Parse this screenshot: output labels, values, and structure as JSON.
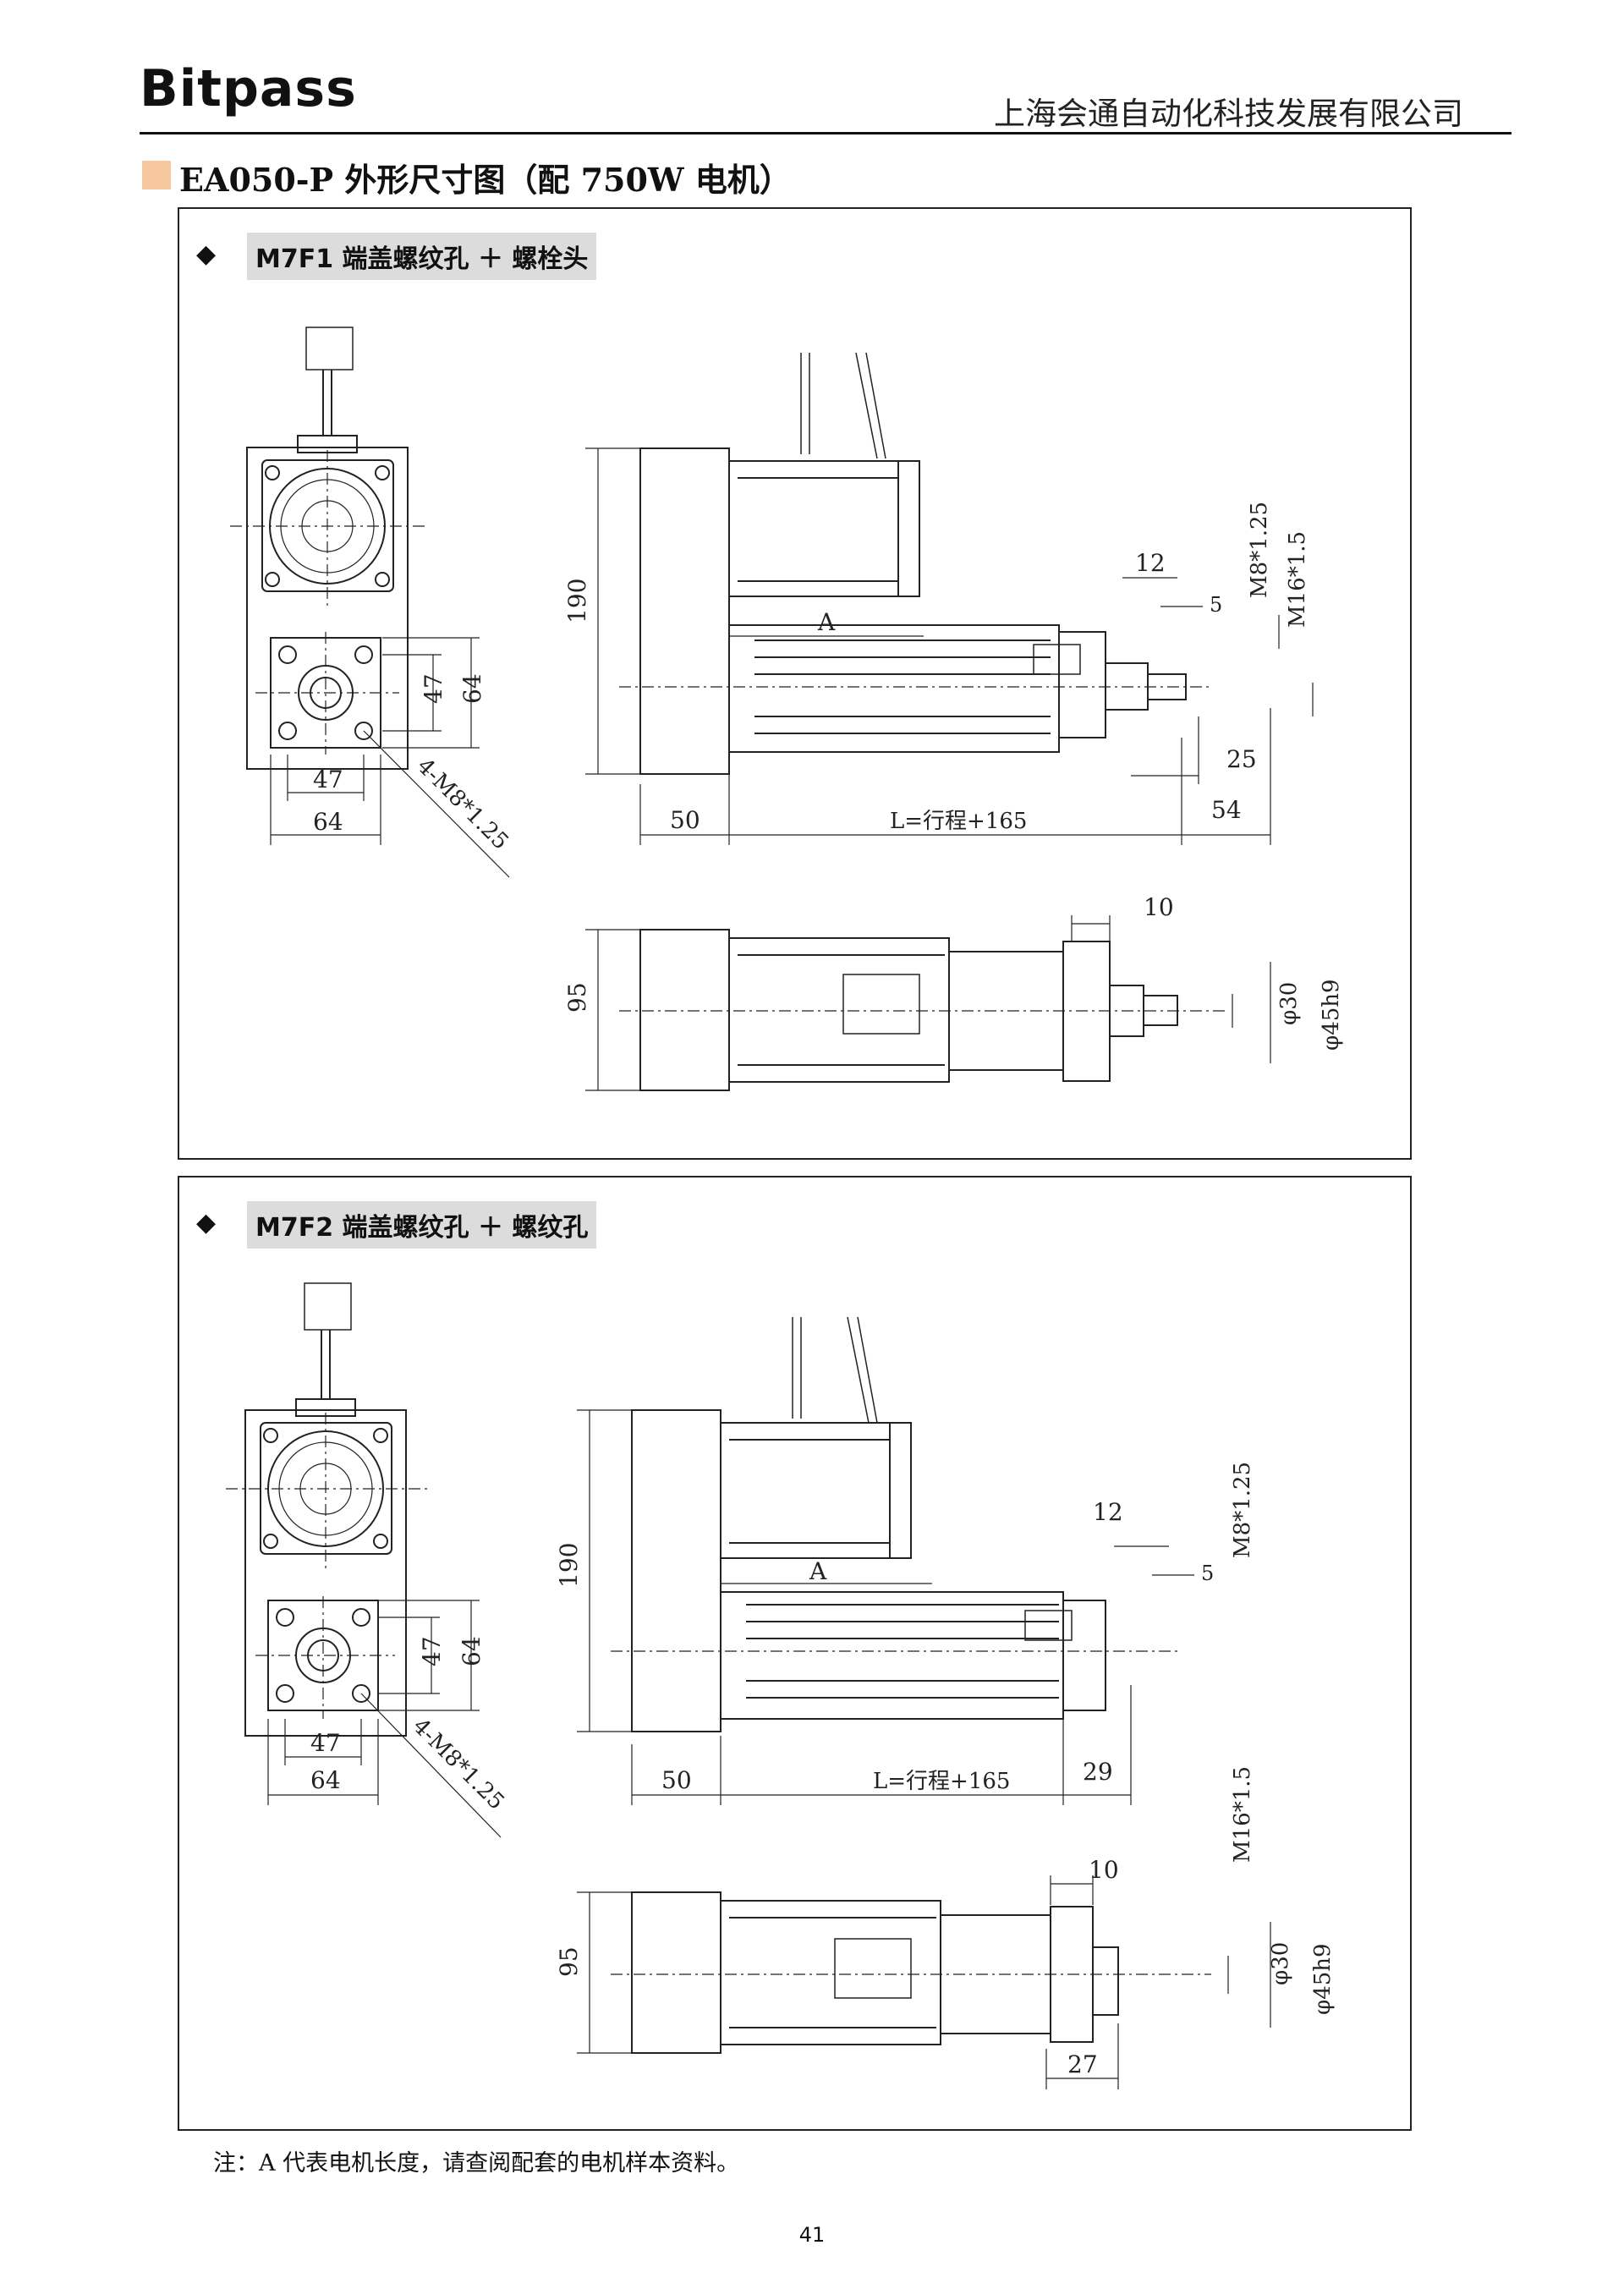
{
  "header": {
    "brand": "Bitpass",
    "company": "上海会通自动化科技发展有限公司"
  },
  "title": "EA050-P 外形尺寸图（配 750W 电机）",
  "sections": [
    {
      "label": "M7F1 端盖螺纹孔 ＋ 螺栓头",
      "dims": {
        "front_hole_spacing": "47",
        "front_flange": "64",
        "front_bolt": "4-M8*1.25",
        "height": "190",
        "motor_len": "A",
        "base_len": "50",
        "stroke_len": "L=行程+165",
        "tip_12": "12",
        "tip_5": "5",
        "tip_25": "25",
        "tip_54": "54",
        "thread_m8": "M8*1.25",
        "thread_m16": "M16*1.5",
        "top_height": "95",
        "top_10": "10",
        "dia_30": "φ30",
        "dia_45": "φ45h9"
      }
    },
    {
      "label": "M7F2 端盖螺纹孔 ＋ 螺纹孔",
      "dims": {
        "front_hole_spacing": "47",
        "front_flange": "64",
        "front_bolt": "4-M8*1.25",
        "height": "190",
        "motor_len": "A",
        "base_len": "50",
        "stroke_len": "L=行程+165",
        "tip_12": "12",
        "tip_5": "5",
        "tip_29": "29",
        "thread_m8": "M8*1.25",
        "thread_m16": "M16*1.5",
        "top_height": "95",
        "top_10": "10",
        "dia_30": "φ30",
        "dia_45": "φ45h9",
        "top_27": "27"
      }
    }
  ],
  "note": "注：A 代表电机长度，请查阅配套的电机样本资料。",
  "page_number": "41"
}
